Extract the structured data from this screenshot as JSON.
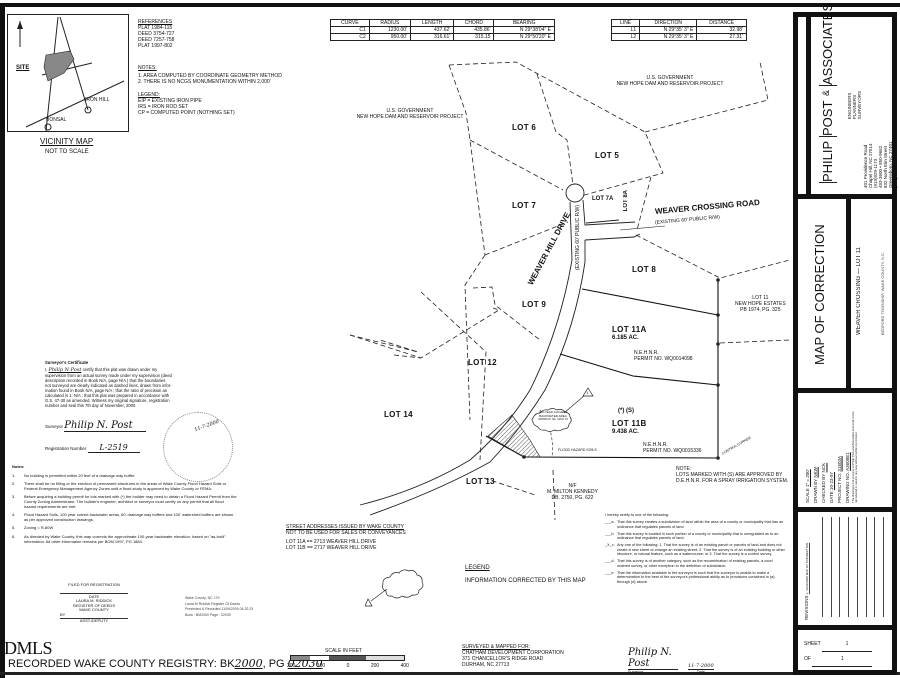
{
  "vicinity_map": {
    "title": "VICINITY MAP",
    "subtitle": "NOT TO SCALE",
    "site_label": "SITE",
    "labels": [
      "IRON HILL",
      "BONSAL"
    ],
    "north_arrow": "north-arrow-icon"
  },
  "references": {
    "heading": "REFERENCES",
    "items": [
      "PLAT 1984-115",
      "DEED 3754-727",
      "DEED 7257-758",
      "PLAT 1997-802"
    ]
  },
  "notes_top": {
    "heading": "NOTES:",
    "items": [
      "1. AREA COMPUTED BY COORDINATE GEOMETRY METHOD",
      "2. THERE IS NO NCGS MONUMENTATION WITHIN 2,000'"
    ]
  },
  "legend_top": {
    "heading": "LEGEND:",
    "items": [
      "EIP = EXISTING IRON PIPE",
      "IRS = IRON ROD SET",
      "CP = COMPUTED POINT (NOTHING SET)"
    ]
  },
  "curve_table": {
    "headers": [
      "CURVE",
      "RADIUS",
      "LENGTH",
      "CHORD",
      "BEARING"
    ],
    "rows": [
      [
        "C1",
        "1230.00'",
        "437.62'",
        "435.86'",
        "N 29°38'04\" E"
      ],
      [
        "C2",
        "950.00'",
        "316.61'",
        "315.15",
        "N 29°50'20\" E"
      ]
    ]
  },
  "line_table": {
    "headers": [
      "LINE",
      "DIRECTION",
      "DISTANCE"
    ],
    "rows": [
      [
        "L1",
        "N 29°35' 3\" E",
        "32.98'"
      ],
      [
        "L2",
        "N 29°35' 3\" E",
        "27.31'"
      ]
    ]
  },
  "plat": {
    "gov_label_1": [
      "U.S. GOVERNMENT",
      "NEW HOPE DAM AND RESERVOIR PROJECT"
    ],
    "gov_label_2": [
      "U.S. GOVERNMENT",
      "NEW HOPE DAM AND RESERVOIR PROJECT"
    ],
    "lots": {
      "lot6": "LOT 6",
      "lot5": "LOT 5",
      "lot7": "LOT 7",
      "lot7a": "LOT 7A",
      "lot8a": "LOT 8A",
      "lot8": "LOT 8",
      "lot9": "LOT 9",
      "lot12": "LOT 12",
      "lot14": "LOT 14",
      "lot13": "LOT 13",
      "lot11a": "LOT 11A",
      "lot11a_area": "6.185 AC.",
      "lot11b": "LOT 11B",
      "lot11b_area": "9.438 AC.",
      "lot11b_marker": "(*) (S)"
    },
    "road_1": "WEAVER CROSSING ROAD",
    "road_1_sub": "(EXISTING 60' PUBLIC R/W)",
    "road_2": "WEAVER HILL DRIVE",
    "road_2_sub": "(EXISTING 60' PUBLIC R/W)",
    "lot11_adj": [
      "LOT 11",
      "NEW HOPE ESTATES",
      "PB 1974, PG. 325"
    ],
    "permit_11a": [
      "N.E.H.N.R.",
      "PERMIT NO. WQ0014098"
    ],
    "permit_11b": [
      "N.E.H.N.R.",
      "PERMIT NO. WQ0015336"
    ],
    "cloud_note": [
      "100-YEAR CULVERT",
      "BACKWATER AREA",
      "APPROX. EL.=253.73"
    ],
    "flood_label": "FLOOD HAZARD SOILS",
    "kennedy": [
      "N/F",
      "M. MILTON KENNEDY",
      "DB. 2750, PG. 622"
    ],
    "note": [
      "NOTE:",
      "LOTS MARKED WITH (S) ARE APPROVED BY",
      "D.E.H.N.R. FOR A SPRAY IRRIGATION SYSTEM."
    ],
    "control_corner": "CONTROL CORNER",
    "revision_marker": "1"
  },
  "surveyor_certificate": {
    "heading": "Surveyor's Certificate",
    "name_filled": "Philip N Post",
    "body": [
      "certify that this plat was drawn under my",
      "supervision from an actual survey made under my supervision (deed",
      "description recorded in Book N/A, page N/A ) that the boundaries",
      "not surveyed are clearly indicated as dashed lines, drawn from infor-",
      "mation found in Book N/A, page N/A ; that the ratio of precision as",
      "calculated is 1: N/A ; that this plat was prepared in accordance with",
      "G.S. 47-30 as amended. Witness my original signature, registration",
      "number and seal this 7th day of November, 2000"
    ],
    "surveyor_label": "Surveyor",
    "signature": "Philip N. Post",
    "registration_label": "Registration Number",
    "registration_number": "L-2519",
    "seal_date": "11-7-2000"
  },
  "notes_bottom": {
    "heading": "Notes:",
    "items": [
      {
        "num": "1.",
        "text": "No building is permitted within 20 feet of a drainage way buffer."
      },
      {
        "num": "2.",
        "text": "There shall be no filling or the erection of permanent structures in the areas of Wake County Flood Hazard Soils or Federal Emergency Management Agency Zones until a flood study is approved by Wake County or FEMA."
      },
      {
        "num": "3.",
        "text": "Before acquiring a building permit for lots marked with (*) the builder may need to obtain a Flood Hazard Permit from the County Zoning Administrator. The builder's engineer, architect or surveyor must certify on any permit that all flood hazard requirements are met."
      },
      {
        "num": "4.",
        "text": "Flood Hazard Soils, 100 year culvert backwater areas, 60' drainage way buffers and 100' watershed buffers are shown as per approved construction drawings."
      },
      {
        "num": "5.",
        "text": "Zoning = R-80W"
      },
      {
        "num": "6.",
        "text": "As directed by Wake County, this map corrects the approximate 100-year backwater elevation, based on \"as-built\" information. All other information remains per BOM 1997, PG 1884."
      }
    ]
  },
  "registration": {
    "heading": "FILED FOR REGISTRATION",
    "date_label": "DATE",
    "register": "LAURA M. RIDDICK",
    "register_title": "REGISTER OF DEEDS",
    "county": "WAKE COUNTY",
    "by_label": "BY",
    "asst": "ASST./DEPUTY",
    "stamp_lines": [
      "Wake County, NC 179",
      "Laura M Riddick Register Of Deeds",
      "Presented & Recorded 11/09/2000 04:32:23",
      "Book : BM2000 Page : 02030"
    ]
  },
  "footer": {
    "watermark": "DMLS",
    "recorded_label": "RECORDED WAKE COUNTY REGISTRY:",
    "bk_label": "BK",
    "bk_value": "2000",
    "pg_label": "PG",
    "pg_value": "02030"
  },
  "street_addresses": {
    "heading": "STREET ADDRESSES ISSUED BY WAKE COUNTY",
    "subheading": "NOT TO BE USED FOR SALES OR CONVEYANCES",
    "rows": [
      "LOT 11A  ==  2713 WEAVER HILL DRIVE",
      "LOT 11B  ==  2717 WEAVER HILL DRIVE"
    ]
  },
  "legend_bottom": {
    "heading": "LEGEND",
    "text": "INFORMATION CORRECTED BY THIS MAP"
  },
  "scale_bar": {
    "label": "SCALE   IN   FEET",
    "ticks": [
      "200",
      "100",
      "0",
      "200",
      "400"
    ]
  },
  "surveyed_for": {
    "heading": "SURVEYED & MAPPED FOR:",
    "lines": [
      "CHATHAM DEVELOPMENT CORPORATION",
      "371 CHANCELLOR'S RIDGE ROAD",
      "DURHAM, NC  27713"
    ]
  },
  "certify": {
    "intro": "I hereby certify to one of the following:",
    "items": [
      {
        "mark": "___a.",
        "text": "That this survey creates a subdivision of land within the area of a county or municipality that has an ordinance that regulates parcels of land."
      },
      {
        "mark": "___b.",
        "text": "That this survey is located in such portion of a county or municipality that is unregulated as to an ordinance that regulates parcels of land."
      },
      {
        "mark": "_X_c.",
        "text": "Any one of the following: 1. That the survey is of an existing parcel or parcels of land and does not create a new street or change an existing street; 2. That the survey is of an existing building or other structure, or natural feature, such as a watercourse; or 3. That the survey is a control survey."
      },
      {
        "mark": "___d.",
        "text": "That this survey is of another category, such as the recombination of existing parcels, a court ordered survey, or other exception to the definition of subdivision."
      },
      {
        "mark": "___e.",
        "text": "That the information available to the surveyor is such that the surveyor is unable to make a determination to the best of the surveyor's professional ability as to provisions contained in (a) through (d) above."
      }
    ],
    "surveyor_label": "Surveyor",
    "date_label": "Date",
    "date_value": "11-7-2000",
    "signature": "Philip N. Post"
  },
  "title_block": {
    "firm_roles": [
      "ENGINEERS",
      "PLANNERS",
      "SURVEYORS"
    ],
    "firm_name": [
      "PHILIP",
      "POST",
      "&",
      "ASSOCIATES"
    ],
    "address_1": [
      "401 Providence Road",
      "Chapel Hill, NC 27514",
      "(919)929-1173",
      "493-3600 • 850-9662"
    ],
    "address_2": [
      "832 North Elm Street",
      "Greensboro, NC 27401",
      "(919)370-7711"
    ],
    "map_title": "MAP OF CORRECTION",
    "project": "WEAVER CROSSING — LOT 11",
    "location": "BEDFORD TOWNSHIP, WAKE COUNTY, N.C.",
    "scale_label": "SCALE",
    "scale_value": "1\" = 200'",
    "drawn_label": "DRAWN BY",
    "drawn_value": "NKW",
    "checked_label": "CHECKED BY",
    "checked_value": "NCK",
    "date_label": "DATE",
    "date_value": "10-23-97",
    "project_no_label": "PROJECT NO.",
    "project_no_value": "31603A",
    "drawing_no_label": "DRAWING NO.",
    "drawing_no_value": "A3608E1",
    "copyright": "This drawing is the property of Philip Post and Associates and shall not be reproduced or used in any way without written permission.",
    "revisions_label": "REVISIONS",
    "revision_1": "1. 11/01/2000 MAP OF CORRECTION",
    "sheet_label": "SHEET",
    "sheet_value": "1",
    "of_label": "OF",
    "of_value": "1"
  }
}
